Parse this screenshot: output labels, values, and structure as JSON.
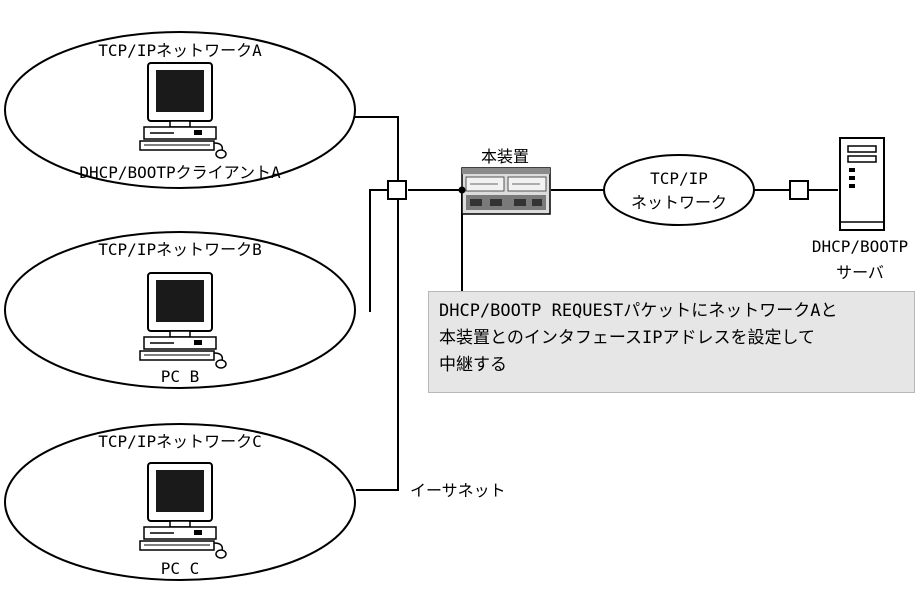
{
  "diagram": {
    "networks": [
      {
        "label": "TCP/IPネットワークA",
        "host": "DHCP/BOOTPクライアントA"
      },
      {
        "label": "TCP/IPネットワークB",
        "host": "PC B"
      },
      {
        "label": "TCP/IPネットワークC",
        "host": "PC C"
      }
    ],
    "device_label": "本装置",
    "cloud_label_1": "TCP/IP",
    "cloud_label_2": "ネットワーク",
    "server_label_1": "DHCP/BOOTP",
    "server_label_2": "サーバ",
    "ethernet_label": "イーサネット",
    "note_lines": [
      "DHCP/BOOTP REQUESTパケットにネットワークAと",
      "本装置とのインタフェースIPアドレスを設定して",
      "中継する"
    ]
  }
}
